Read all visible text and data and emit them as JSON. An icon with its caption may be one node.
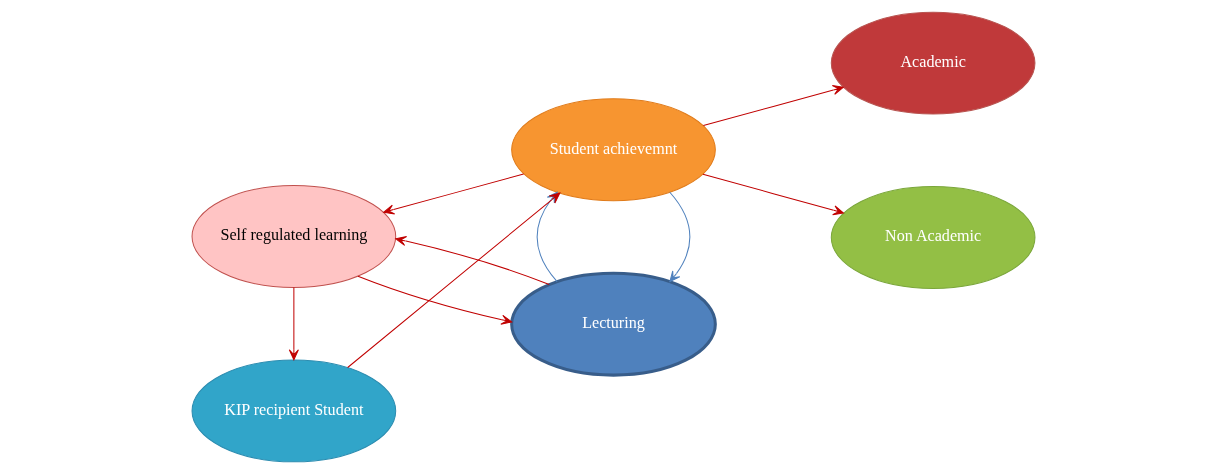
{
  "diagram": {
    "nodes": [
      {
        "text": [
          "Self regulated learning"
        ]
      },
      {
        "text": [
          "Lecturing"
        ]
      },
      {
        "text": [
          "Academic"
        ]
      },
      {
        "text": [
          "KIP recipient Student"
        ]
      },
      {
        "text": [
          "Student achievemnt"
        ]
      },
      {
        "text": [
          "Non Academic"
        ]
      }
    ],
    "edges": [
      {
        "from": 0,
        "to": 1,
        "arrow": "to"
      },
      {
        "from": 1,
        "to": 0,
        "arrow": "to"
      },
      {
        "from": 4,
        "to": 0,
        "arrow": "to"
      },
      {
        "from": 0,
        "to": 3,
        "arrow": "to"
      },
      {
        "from": 4,
        "to": 1,
        "arrow": "to",
        "color": "#4f81bd"
      },
      {
        "from": 1,
        "to": 4,
        "arrow": "to",
        "color": "#4f81bd"
      },
      {
        "from": 4,
        "to": 2,
        "arrow": "to"
      },
      {
        "from": 3,
        "to": 4,
        "arrow": "to"
      },
      {
        "from": 4,
        "to": 5,
        "arrow": "to"
      }
    ]
  }
}
